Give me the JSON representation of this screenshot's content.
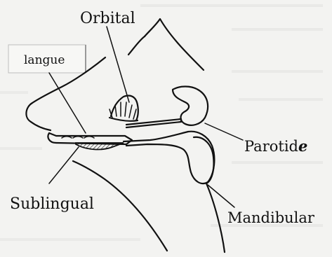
{
  "labels": {
    "orbital": "Orbital",
    "langue": "langue",
    "parotid": "Parotid",
    "parotid_suffix": "e",
    "sublingual": "Sublingual",
    "mandibular": "Mandibular"
  },
  "colors": {
    "background": "#f3f3f1",
    "ink": "#111111"
  }
}
